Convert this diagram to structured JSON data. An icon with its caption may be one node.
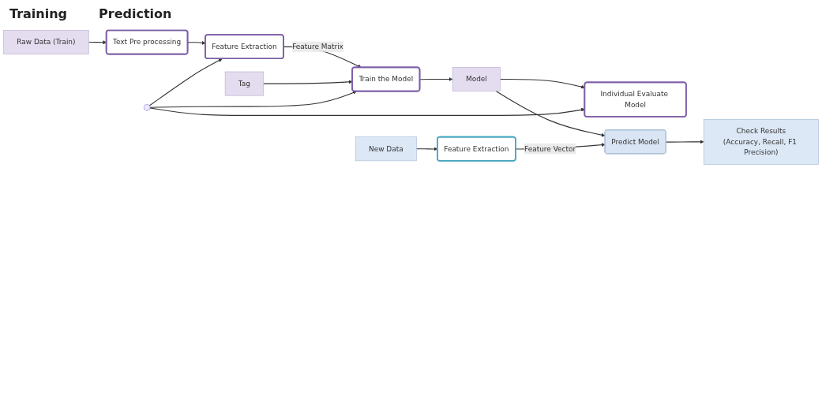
{
  "diagram": {
    "nodes": [
      {
        "text": [
          "Raw Data (Train)"
        ]
      },
      {
        "text": [
          "Text Pre processing"
        ]
      },
      {
        "text": [
          "Feature Extraction"
        ]
      },
      {
        "text": [
          "Train the Model"
        ]
      },
      {
        "text": [
          "Model"
        ]
      },
      {
        "text": [
          "Individual Evaluate Model"
        ]
      },
      {
        "text": [
          "Tag"
        ]
      },
      {
        "text": [
          "New Data"
        ]
      },
      {
        "text": [
          "Feature Extraction"
        ]
      },
      {
        "text": [
          "Predict Model"
        ]
      },
      {
        "text": [
          "Check Results",
          "(Accuracy, Recall, F1 Precision)"
        ]
      }
    ],
    "edges": [
      {
        "from": 0,
        "to": 1,
        "arrow": "to"
      },
      {
        "from": 1,
        "to": 2,
        "arrow": "to"
      },
      {
        "from": 2,
        "to": 3,
        "arrow": "to",
        "label": "Feature Matrix"
      },
      {
        "from": 6,
        "to": 3,
        "arrow": "to"
      },
      {
        "from": 3,
        "to": 4,
        "arrow": "to"
      },
      {
        "from": 4,
        "to": 5,
        "arrow": "to"
      },
      {
        "from": null,
        "to": 2,
        "arrow": "to"
      },
      {
        "from": null,
        "to": 3,
        "arrow": "to"
      },
      {
        "from": null,
        "to": 5,
        "arrow": "to"
      },
      {
        "from": 4,
        "to": 9,
        "arrow": "to"
      },
      {
        "from": 7,
        "to": 8,
        "arrow": "to"
      },
      {
        "from": 8,
        "to": 9,
        "arrow": "to",
        "label": "Feature Vector"
      },
      {
        "from": 9,
        "to": 10,
        "arrow": "to"
      }
    ],
    "labels": [
      "Training",
      "Prediction"
    ]
  }
}
